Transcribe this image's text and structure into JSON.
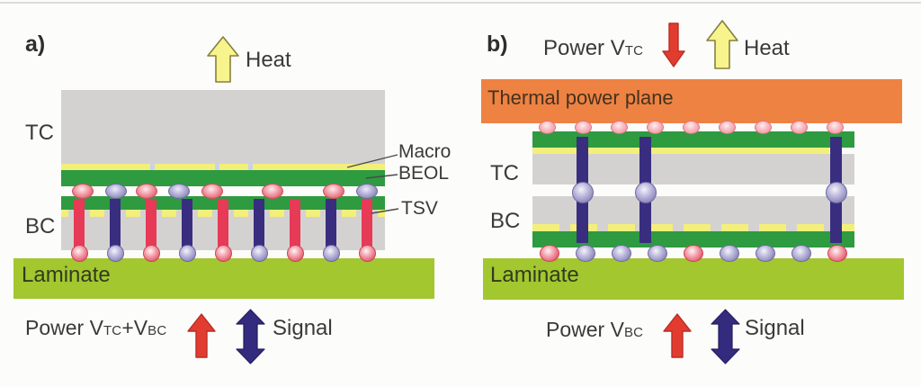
{
  "figure": {
    "panel_a": {
      "label": "a)",
      "heat_label": "Heat",
      "tc_label": "TC",
      "bc_label": "BC",
      "macro_label": "Macro",
      "beol_label": "BEOL",
      "tsv_label": "TSV",
      "laminate_label": "Laminate",
      "power_prefix": "Power V",
      "power_sub1": "TC",
      "power_mid": "+V",
      "power_sub2": "BC",
      "signal_label": "Signal"
    },
    "panel_b": {
      "label": "b)",
      "power_top_prefix": "Power V",
      "power_top_sub": "TC",
      "heat_label": "Heat",
      "thermal_plane_label": "Thermal power plane",
      "tc_label": "TC",
      "bc_label": "BC",
      "laminate_label": "Laminate",
      "power_prefix": "Power V",
      "power_sub": "BC",
      "signal_label": "Signal"
    },
    "colors": {
      "die_gray": "#d4d2d1",
      "beol_green": "#2e9b40",
      "macro_yellow": "#f2ef7b",
      "laminate_green": "#a2c72f",
      "thermal_plane_orange": "#ee8243",
      "power_tsv_red": "#e73a56",
      "signal_tsv_navy": "#392d80",
      "power_arrow_red": "#e23c30",
      "signal_arrow_navy": "#332b7d",
      "heat_arrow_yellow": "#f8f48d"
    }
  }
}
